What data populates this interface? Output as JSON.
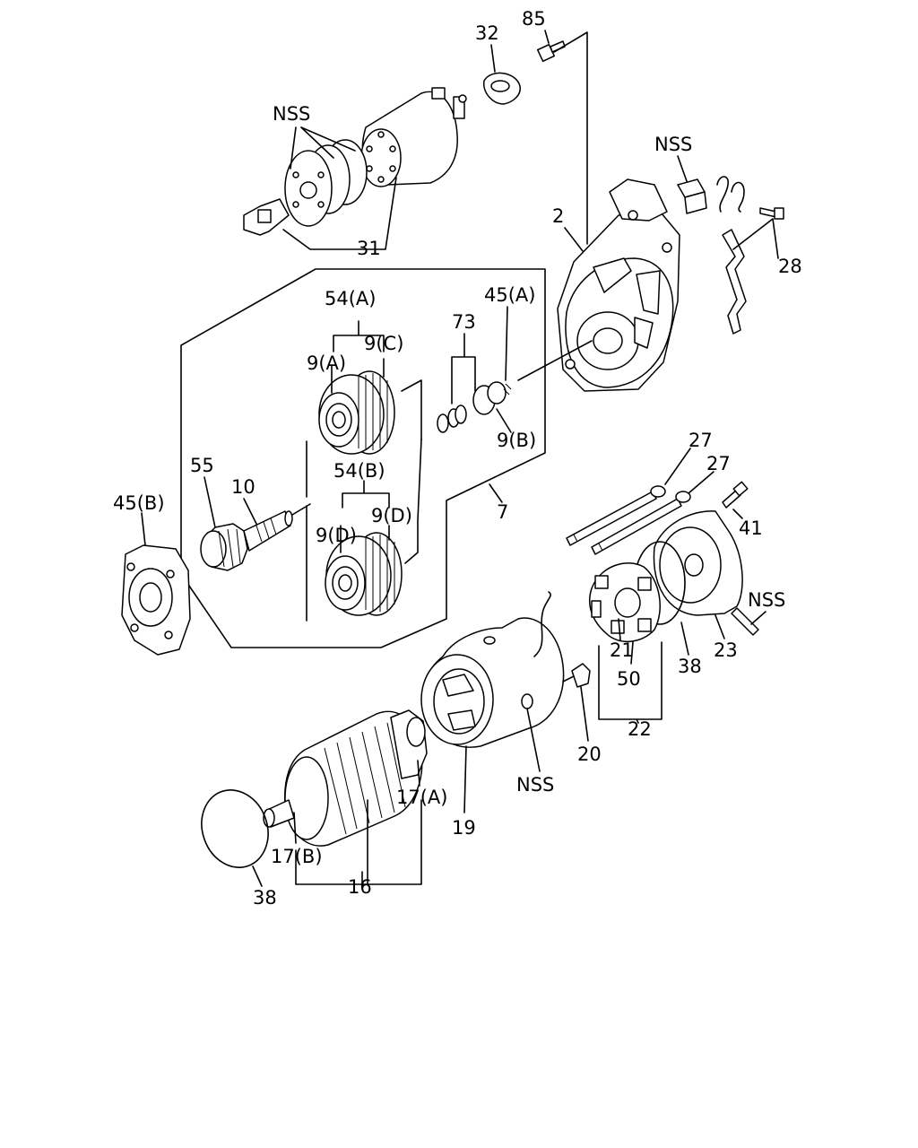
{
  "diagram": {
    "labels": {
      "l85": "85",
      "l32": "32",
      "nss_solenoid": "NSS",
      "l31": "31",
      "nss_bracket": "NSS",
      "l2": "2",
      "l28": "28",
      "l54a": "54(A)",
      "l9c": "9(C)",
      "l9a": "9(A)",
      "l73": "73",
      "l45a": "45(A)",
      "l9b": "9(B)",
      "l55": "55",
      "l10": "10",
      "l45b": "45(B)",
      "l54b": "54(B)",
      "l9d_right": "9(D)",
      "l9d_left": "9(D)",
      "l7": "7",
      "l27a": "27",
      "l27b": "27",
      "l41": "41",
      "nss_pin": "NSS",
      "l21": "21",
      "l50": "50",
      "l38_right": "38",
      "l23": "23",
      "l22": "22",
      "l20": "20",
      "nss_yoke": "NSS",
      "l19": "19",
      "l17a": "17(A)",
      "l17b": "17(B)",
      "l16": "16",
      "l38_left": "38"
    }
  }
}
